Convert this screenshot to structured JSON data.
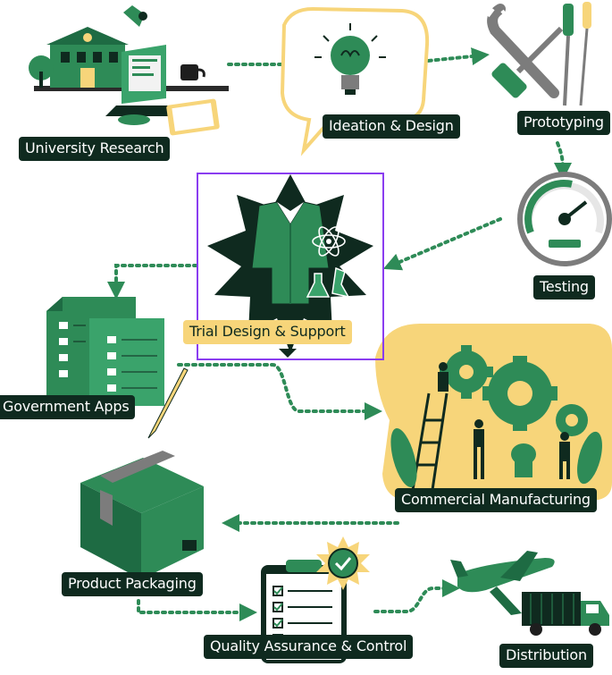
{
  "colors": {
    "dark": "#0f2a1f",
    "green": "#2e8b57",
    "mid": "#3aa36b",
    "yellow": "#f7d57a",
    "gray": "#7c7c7c",
    "select": "#8a3df0"
  },
  "steps": [
    {
      "id": "university-research",
      "label": "University Research",
      "icon": "campus-laptop-icon"
    },
    {
      "id": "ideation-design",
      "label": "Ideation & Design",
      "icon": "lightbulb-icon"
    },
    {
      "id": "prototyping",
      "label": "Prototyping",
      "icon": "tools-icon"
    },
    {
      "id": "testing",
      "label": "Testing",
      "icon": "gauge-icon"
    },
    {
      "id": "trial-design-support",
      "label": "Trial Design & Support",
      "icon": "lab-coat-icon",
      "selected": true
    },
    {
      "id": "government-apps",
      "label": "Government Apps",
      "icon": "documents-icon"
    },
    {
      "id": "commercial-manufacturing",
      "label": "Commercial Manufacturing",
      "icon": "gears-icon"
    },
    {
      "id": "product-packaging",
      "label": "Product Packaging",
      "icon": "box-icon"
    },
    {
      "id": "quality-assurance",
      "label": "Quality Assurance & Control",
      "icon": "checklist-icon"
    },
    {
      "id": "distribution",
      "label": "Distribution",
      "icon": "plane-truck-icon"
    }
  ]
}
